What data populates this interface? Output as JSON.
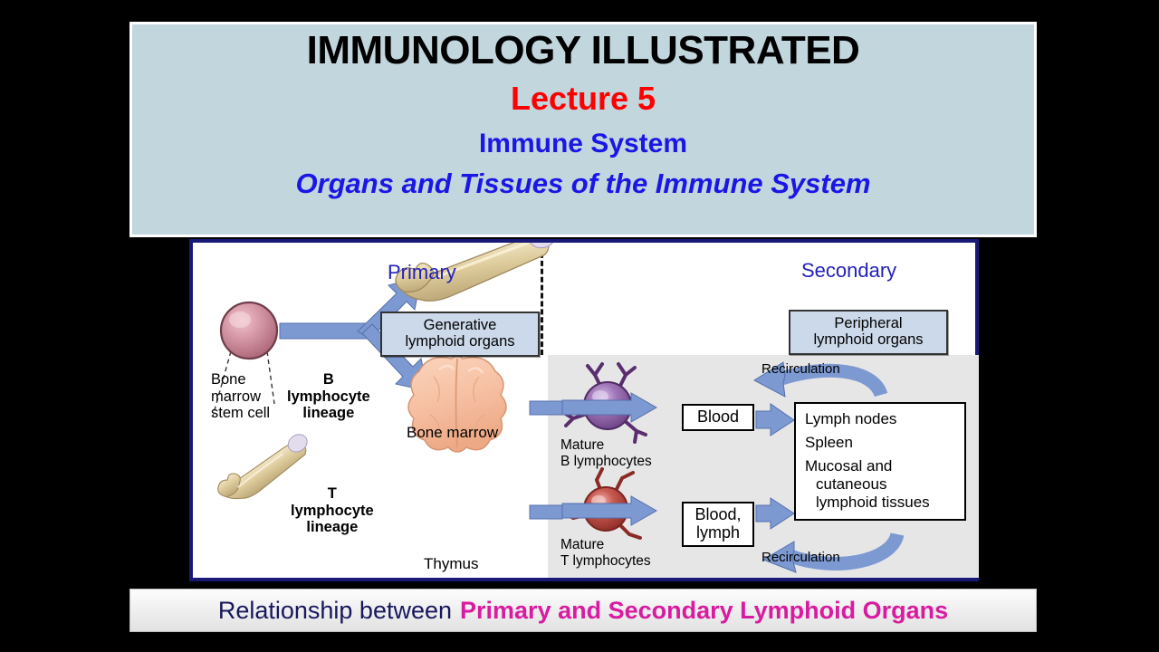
{
  "title_panel": {
    "main_title": "IMMUNOLOGY ILLUSTRATED",
    "lecture": "Lecture 5",
    "subtitle1": "Immune System",
    "subtitle2": "Organs and Tissues of the Immune System",
    "background_color": "#c2d6de",
    "main_title_color": "#000000",
    "lecture_color": "#ff0000",
    "subtitle_color": "#1a16e6"
  },
  "diagram": {
    "border_color": "#191978",
    "secondary_panel_color": "#e6e6e6",
    "arrow_color": "#7d99d1",
    "organ_box_fill": "#ccd9ea",
    "sections": {
      "primary": "Primary",
      "secondary": "Secondary"
    },
    "organ_boxes": {
      "generative_line1": "Generative",
      "generative_line2": "lymphoid organs",
      "peripheral_line1": "Peripheral",
      "peripheral_line2": "lymphoid organs"
    },
    "labels": {
      "stem_cell_l1": "Bone",
      "stem_cell_l2": "marrow",
      "stem_cell_l3": "stem cell",
      "b_lineage_l1": "B",
      "b_lineage_l2": "lymphocyte",
      "b_lineage_l3": "lineage",
      "t_lineage_l1": "T",
      "t_lineage_l2": "lymphocyte",
      "t_lineage_l3": "lineage",
      "bone_marrow": "Bone marrow",
      "thymus": "Thymus",
      "mature_b_l1": "Mature",
      "mature_b_l2": "B lymphocytes",
      "mature_t_l1": "Mature",
      "mature_t_l2": "T lymphocytes",
      "recirculation_top": "Recirculation",
      "recirculation_bottom": "Recirculation"
    },
    "blood_boxes": {
      "blood": "Blood",
      "blood_lymph_l1": "Blood,",
      "blood_lymph_l2": "lymph"
    },
    "peripheral_list": [
      "Lymph nodes",
      "Spleen",
      "Mucosal and",
      "cutaneous",
      "lymphoid tissues"
    ]
  },
  "caption": {
    "text_plain": "Relationship between",
    "text_highlight": "Primary and Secondary Lymphoid Organs",
    "plain_color": "#17175e",
    "highlight_color": "#d81ba0"
  }
}
